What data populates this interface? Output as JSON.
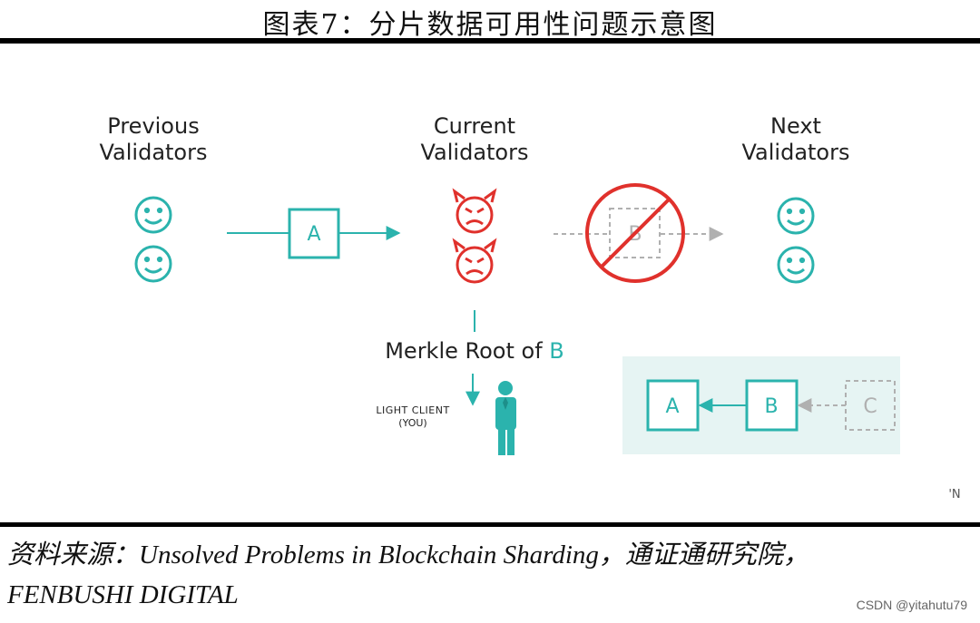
{
  "figure": {
    "title": "图表7：分片数据可用性问题示意图"
  },
  "diagram": {
    "groups": {
      "previous": {
        "line1": "Previous",
        "line2": "Validators"
      },
      "current": {
        "line1": "Current",
        "line2": "Validators"
      },
      "next": {
        "line1": "Next",
        "line2": "Validators"
      }
    },
    "blocks": {
      "a_main": "A",
      "b_crossed": "B",
      "chain_a": "A",
      "chain_b": "B",
      "chain_c": "C"
    },
    "merkle": {
      "text": "Merkle Root of ",
      "highlight": "B"
    },
    "light_client": {
      "line1": "LIGHT CLIENT",
      "line2": "(YOU)"
    },
    "logo_mark": "'N",
    "colors": {
      "teal": "#2bb3ad",
      "red": "#e0312c",
      "panel": "#e6f4f3",
      "gray": "#b0b0b0"
    }
  },
  "source": {
    "line1": "资料来源：Unsolved Problems in Blockchain Sharding，通证通研究院，",
    "line2": "FENBUSHI DIGITAL"
  },
  "watermark": "CSDN @yitahutu79"
}
